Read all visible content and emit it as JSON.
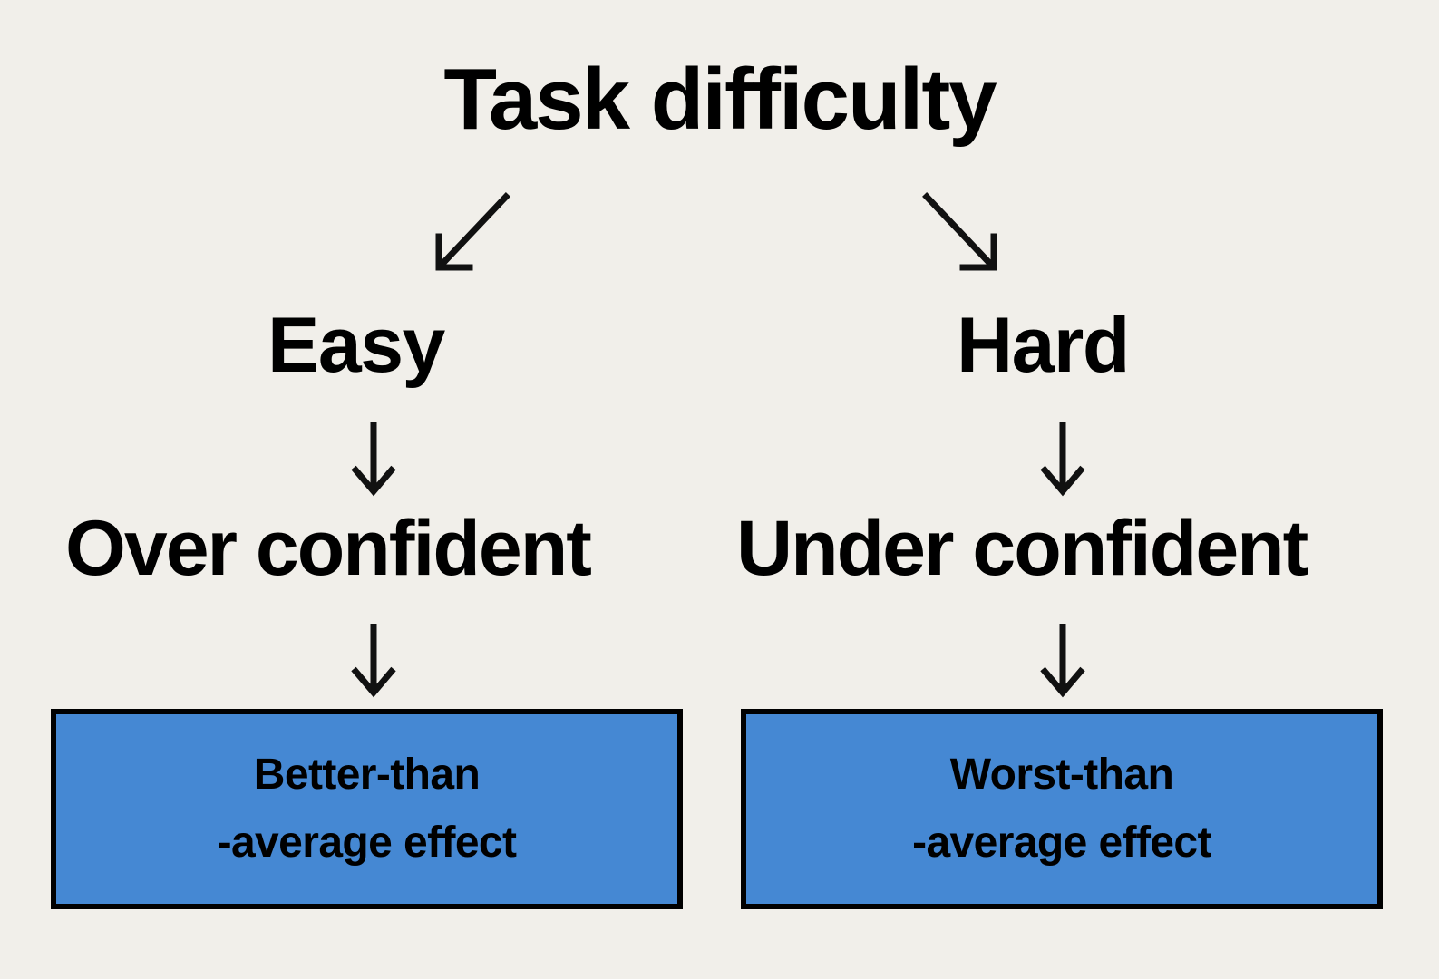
{
  "diagram": {
    "title": "Task difficulty",
    "background_color": "#f1efea",
    "accent_color": "#4588d3",
    "line_color": "#000000",
    "branches": [
      {
        "id": "easy",
        "condition_label": "Easy",
        "consequence_label": "Over confident",
        "outcome_line_1": "Better-than",
        "outcome_line_2": "-average effect",
        "outcome_box_color": "#4588d3"
      },
      {
        "id": "hard",
        "condition_label": "Hard",
        "consequence_label": "Under confident",
        "outcome_line_1": "Worst-than",
        "outcome_line_2": "-average effect",
        "outcome_box_color": "#4588d3"
      }
    ],
    "connectors": [
      {
        "name": "title-to-easy",
        "glyph": "arrow-down-left-icon"
      },
      {
        "name": "title-to-hard",
        "glyph": "arrow-down-right-icon"
      },
      {
        "name": "easy-to-over-confident",
        "glyph": "arrow-down-icon"
      },
      {
        "name": "hard-to-under-confident",
        "glyph": "arrow-down-icon"
      },
      {
        "name": "over-confident-to-outcome",
        "glyph": "arrow-down-icon"
      },
      {
        "name": "under-confident-to-outcome",
        "glyph": "arrow-down-icon"
      }
    ]
  }
}
